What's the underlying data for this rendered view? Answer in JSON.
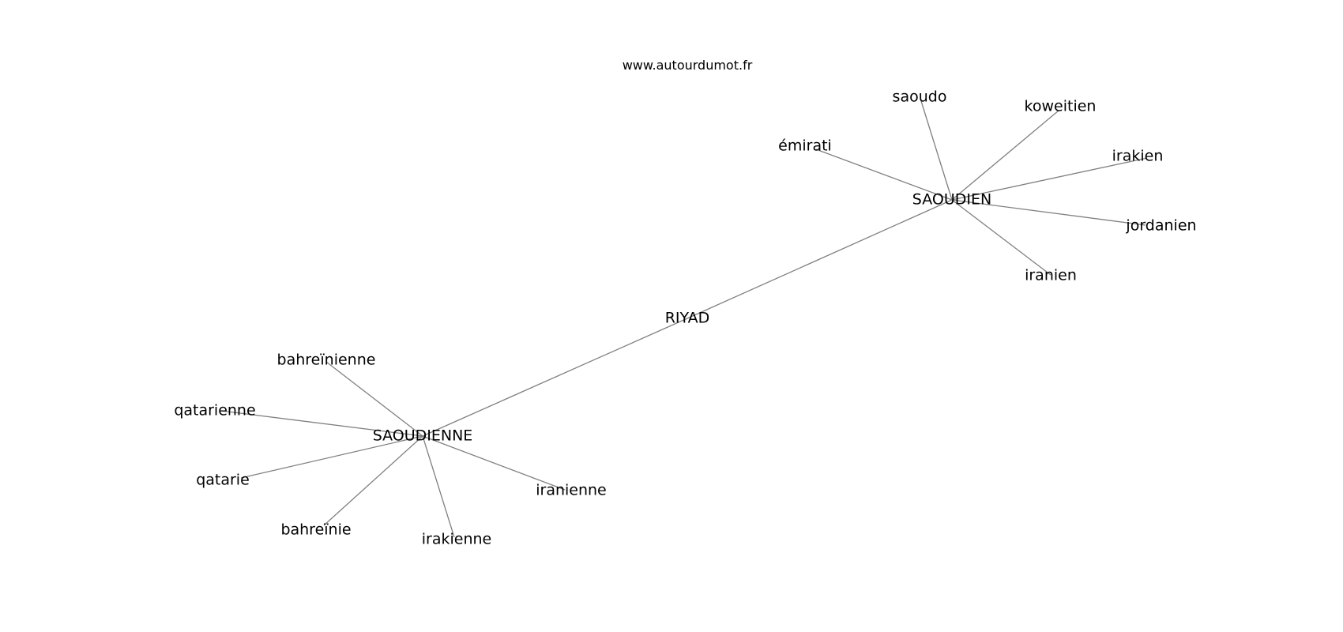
{
  "watermark": "www.autourdumot.fr",
  "colors": {
    "edge": "#808080",
    "text": "#000000",
    "background": "#ffffff"
  },
  "nodes": [
    {
      "id": "riyad",
      "label": "RIYAD"
    },
    {
      "id": "saoudien",
      "label": "SAOUDIEN"
    },
    {
      "id": "saoudienne",
      "label": "SAOUDIENNE"
    },
    {
      "id": "saoudo",
      "label": "saoudo"
    },
    {
      "id": "koweitien",
      "label": "koweitien"
    },
    {
      "id": "emirati",
      "label": "émirati"
    },
    {
      "id": "irakien",
      "label": "irakien"
    },
    {
      "id": "jordanien",
      "label": "jordanien"
    },
    {
      "id": "iranien",
      "label": "iranien"
    },
    {
      "id": "bahreinienne",
      "label": "bahreïnienne"
    },
    {
      "id": "qatarienne",
      "label": "qatarienne"
    },
    {
      "id": "qatarie",
      "label": "qatarie"
    },
    {
      "id": "bahreinie",
      "label": "bahreïnie"
    },
    {
      "id": "irakienne",
      "label": "irakienne"
    },
    {
      "id": "iranienne",
      "label": "iranienne"
    }
  ],
  "edges": [
    [
      "riyad",
      "saoudien"
    ],
    [
      "riyad",
      "saoudienne"
    ],
    [
      "saoudien",
      "saoudo"
    ],
    [
      "saoudien",
      "koweitien"
    ],
    [
      "saoudien",
      "emirati"
    ],
    [
      "saoudien",
      "irakien"
    ],
    [
      "saoudien",
      "jordanien"
    ],
    [
      "saoudien",
      "iranien"
    ],
    [
      "saoudienne",
      "bahreinienne"
    ],
    [
      "saoudienne",
      "qatarienne"
    ],
    [
      "saoudienne",
      "qatarie"
    ],
    [
      "saoudienne",
      "bahreinie"
    ],
    [
      "saoudienne",
      "irakienne"
    ],
    [
      "saoudienne",
      "iranienne"
    ]
  ]
}
